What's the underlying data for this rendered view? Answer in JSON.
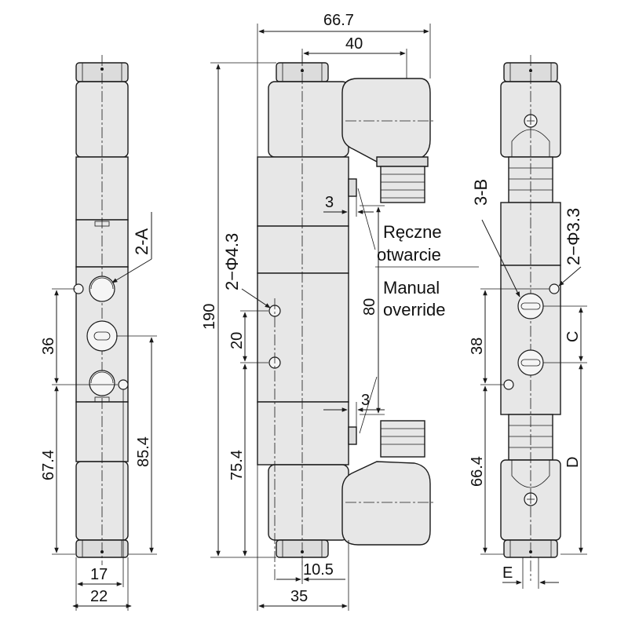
{
  "diagram": {
    "left_view": {
      "labels": {
        "ports_a": "2-A"
      },
      "dims": {
        "d36": "36",
        "d67_4": "67.4",
        "d85_4": "85.4",
        "d17": "17",
        "d22": "22"
      }
    },
    "middle_view": {
      "dims": {
        "d66_7": "66.7",
        "d40": "40",
        "d190": "190",
        "hole_dia": "2−Φ4.3",
        "d20": "20",
        "d75_4": "75.4",
        "d3_top": "3",
        "d3_bottom": "3",
        "d80": "80",
        "d10_5": "10.5",
        "d35": "35"
      },
      "annotation": {
        "line1": "Ręczne",
        "line2": "otwarcie",
        "line3": "Manual",
        "line4": "override"
      }
    },
    "right_view": {
      "labels": {
        "ports_b": "3-B",
        "hole_dia": "2−Φ3.3",
        "c": "C",
        "d": "D",
        "e": "E"
      },
      "dims": {
        "d38": "38",
        "d66_4": "66.4"
      }
    }
  }
}
